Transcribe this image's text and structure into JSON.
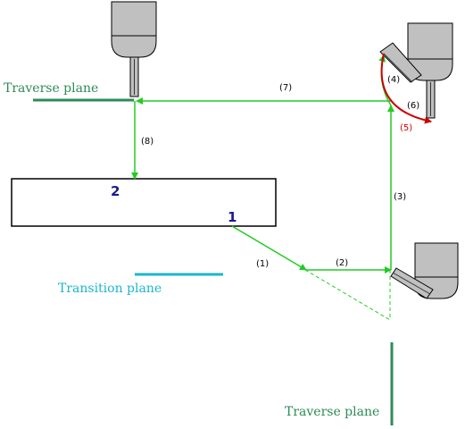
{
  "labels": {
    "traverse_plane_top": "Traverse plane",
    "traverse_plane_bottom": "Traverse plane",
    "transition_plane": "Transition plane",
    "point_1": "1",
    "point_2": "2"
  },
  "steps": {
    "s1": "(1)",
    "s2": "(2)",
    "s3": "(3)",
    "s4": "(4)",
    "s5": "(5)",
    "s6": "(6)",
    "s7": "(7)",
    "s8": "(8)"
  },
  "colors": {
    "path_green": "#22cc22",
    "plane_green": "#2e8b57",
    "plane_cyan": "#1cb5cc",
    "swivel_red": "#cc0000",
    "tool_gray": "#c0c0c0"
  }
}
